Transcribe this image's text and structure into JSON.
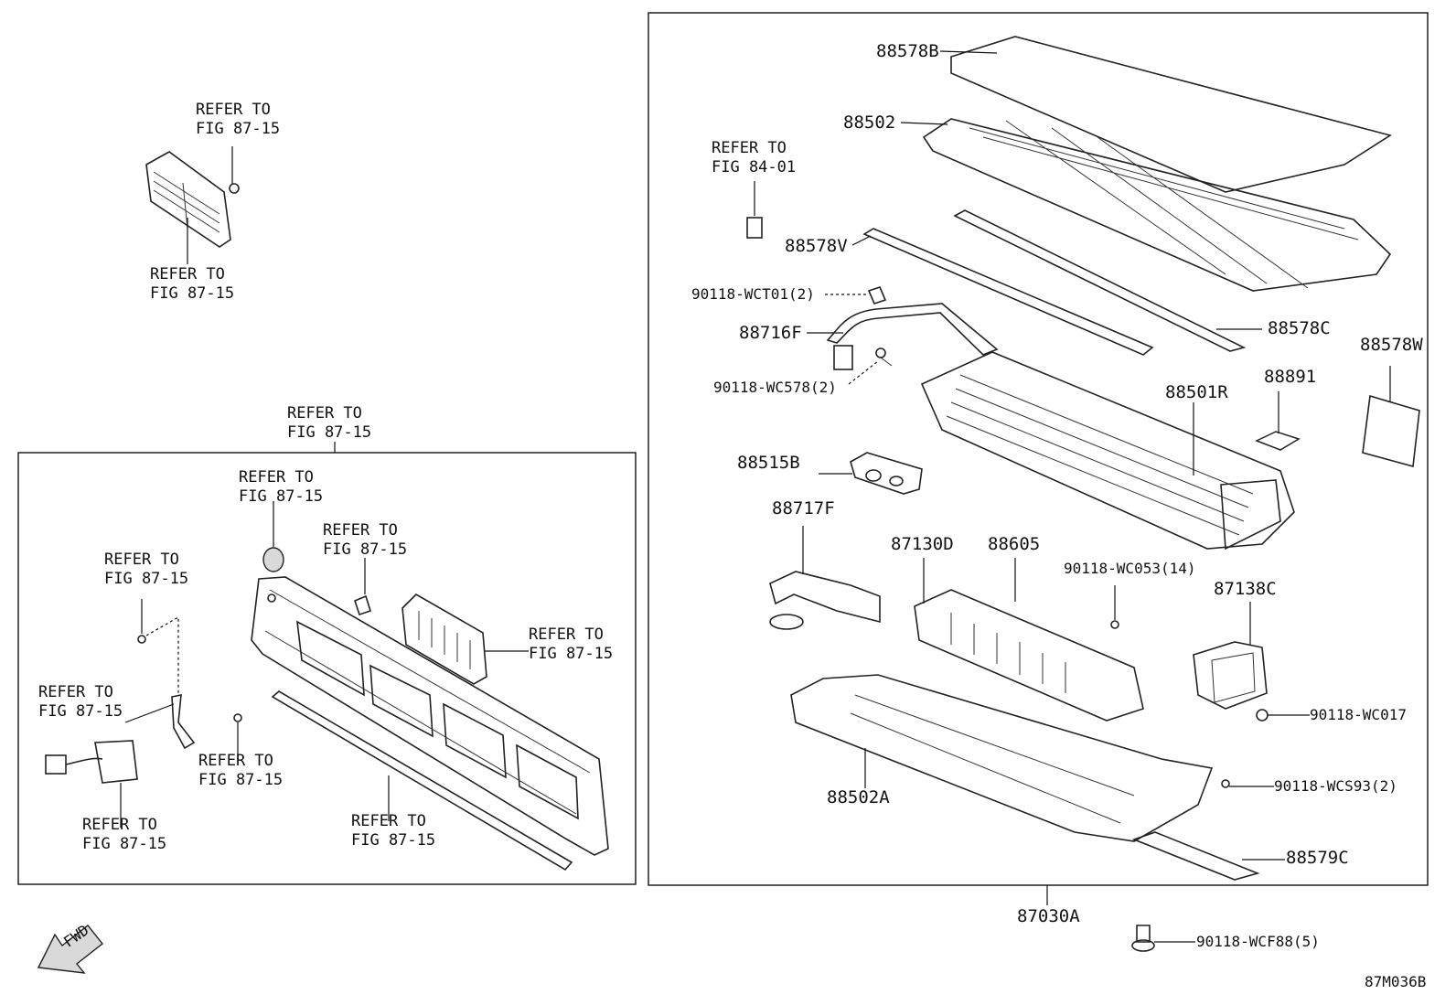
{
  "diagram_code": "87M036B",
  "fwd_label": "FWD",
  "refer_labels": {
    "r1": "REFER TO\nFIG 87-15",
    "r2": "REFER TO\nFIG 87-15",
    "r3": "REFER TO\nFIG 87-15",
    "r4": "REFER TO\nFIG 87-15",
    "r5": "REFER TO\nFIG 87-15",
    "r6": "REFER TO\nFIG 87-15",
    "r7": "REFER TO\nFIG 87-15",
    "r8": "REFER TO\nFIG 87-15",
    "r9": "REFER TO\nFIG 87-15",
    "r10": "REFER TO\nFIG 87-15",
    "r11": "REFER TO\nFIG 87-15",
    "r12": "REFER TO\nFIG 84-01"
  },
  "part_labels": {
    "p88578B": "88578B",
    "p88502": "88502",
    "p88578V": "88578V",
    "p90118_WCT01": "90118-WCT01(2)",
    "p88716F": "88716F",
    "p90118_WC578": "90118-WC578(2)",
    "p88578C": "88578C",
    "p88578W": "88578W",
    "p88891": "88891",
    "p88501R": "88501R",
    "p88515B": "88515B",
    "p88717F": "88717F",
    "p87130D": "87130D",
    "p88605": "88605",
    "p90118_WC053": "90118-WC053(14)",
    "p87138C": "87138C",
    "p90118_WC017": "90118-WC017",
    "p90118_WCS93": "90118-WCS93(2)",
    "p88502A": "88502A",
    "p88579C": "88579C",
    "p87030A": "87030A",
    "p90118_WCF88": "90118-WCF88(5)"
  }
}
